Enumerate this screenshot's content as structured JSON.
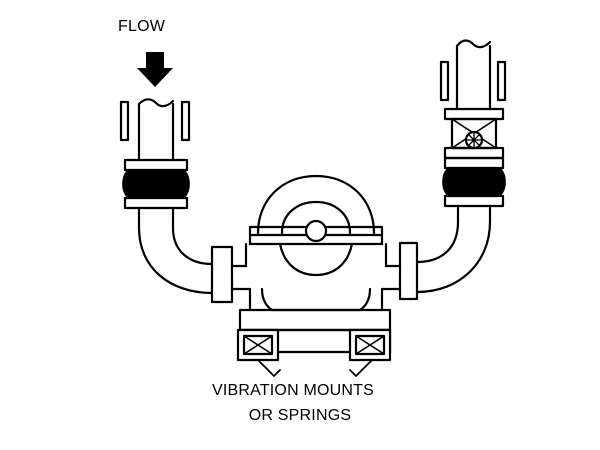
{
  "labels": {
    "flow": "FLOW",
    "mounts_line1": "VIBRATION MOUNTS",
    "mounts_line2": "OR SPRINGS"
  },
  "colors": {
    "ink": "#000000",
    "paper": "#ffffff"
  }
}
